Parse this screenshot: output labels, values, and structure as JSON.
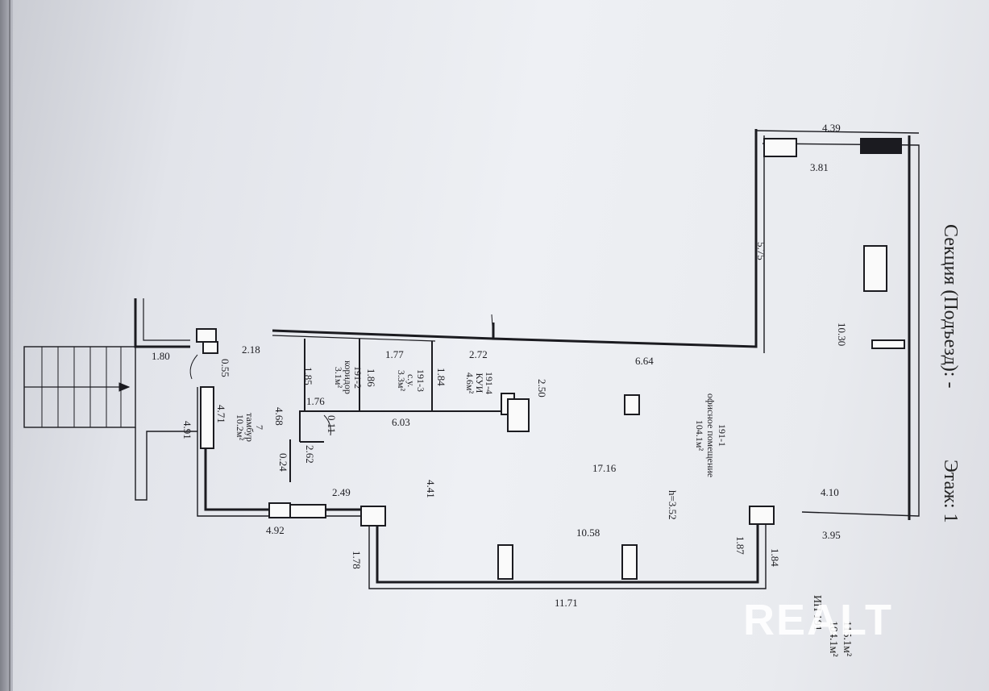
{
  "header": {
    "section": "Секция (Подъезд): -",
    "floor": "Этаж: 1"
  },
  "summary": {
    "code": "ИП 191",
    "area_1": "104.1м²",
    "area_2": "115.1м²"
  },
  "rooms": {
    "office": {
      "number": "191-1",
      "name": "офисное помещение",
      "area": "104.1м²",
      "height": "h=3.52"
    },
    "kui": {
      "number": "191-4",
      "name": "КУИ",
      "area": "4.6м²"
    },
    "wc": {
      "number": "191-3",
      "name": "с.у.",
      "area": "3.3м²"
    },
    "corridor": {
      "number": "191-2",
      "name": "коридор",
      "area": "3.1м²"
    },
    "vestibule": {
      "number": "7",
      "name": "тамбур",
      "area": "10.2м²"
    }
  },
  "dimensions": {
    "top_outer": "4.39",
    "top_inner": "3.81",
    "right_upper_long": "10.30",
    "left_upper": "5.75",
    "step_wall": "6.64",
    "office_center": "17.16",
    "office_lower": "10.58",
    "right_lower_outer": "4.10",
    "right_lower_inner": "3.95",
    "bottom_right_a": "1.87",
    "bottom_right_b": "1.84",
    "bottom_wall": "11.71",
    "bottom_left": "1.78",
    "left_lower": "4.41",
    "lobby_top": "2.49",
    "vestibule_bottom": "4.92",
    "vestibule_left_outer": "4.91",
    "vestibule_left_inner": "4.71",
    "vest_right": "4.68",
    "door_a": "0.24",
    "partition": "2.62",
    "door_b": "0.11",
    "core_bottom": "6.03",
    "stair_top": "1.80",
    "stair_side": "2.18",
    "step_small": "0.55",
    "kui_left": "2.72",
    "kui_right": "2.50",
    "kui_depth": "1.84",
    "wc_left": "1.77",
    "wc_depth": "1.86",
    "corr_depth": "1.85",
    "corr_width": "1.76"
  },
  "watermark": "REALT"
}
